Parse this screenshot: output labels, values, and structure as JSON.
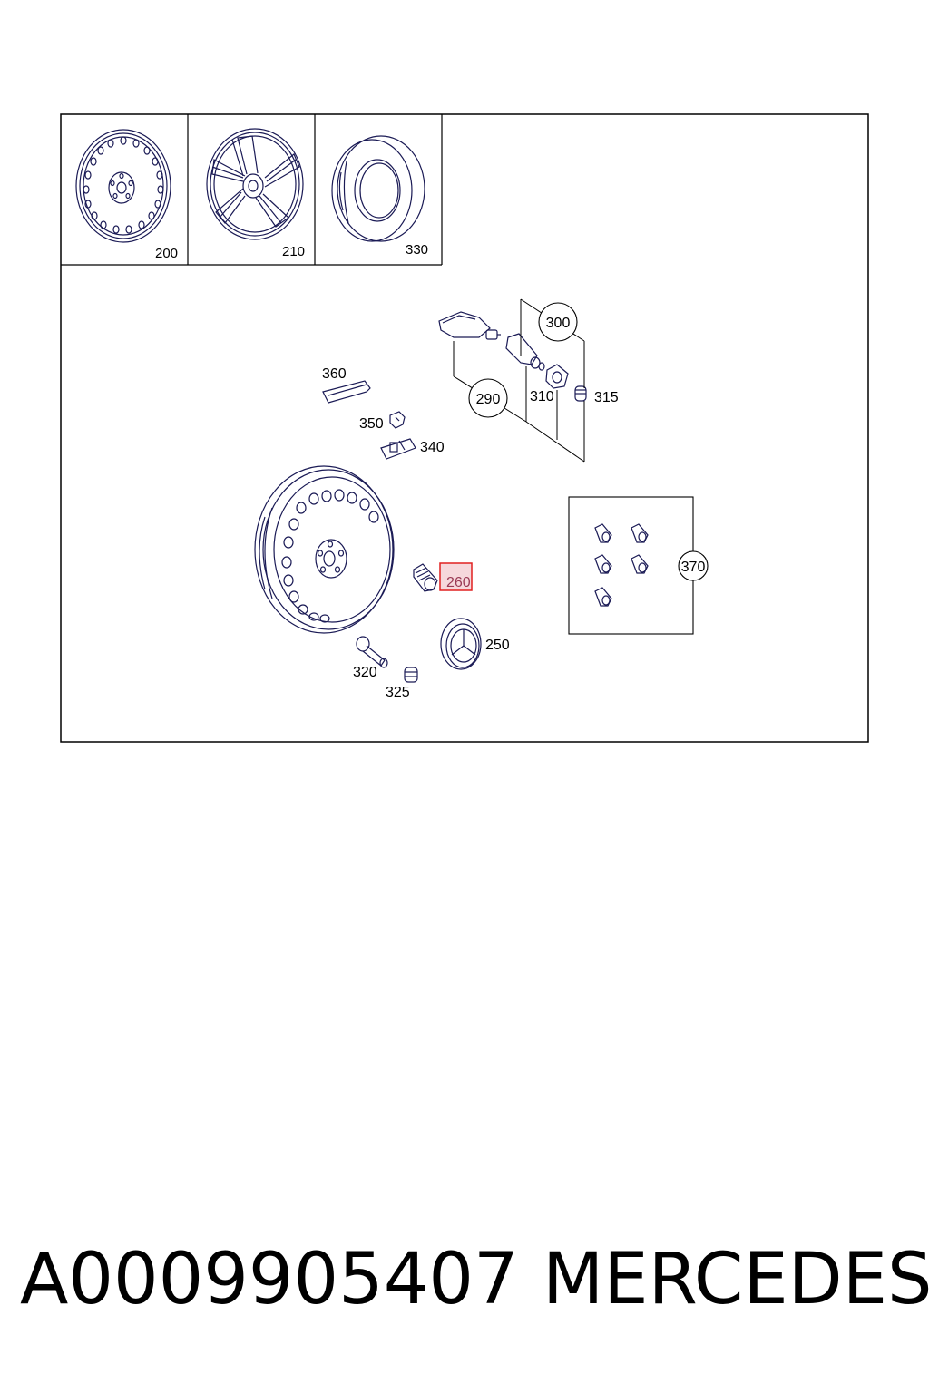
{
  "callouts": {
    "c200": "200",
    "c210": "210",
    "c330": "330",
    "c300": "300",
    "c290": "290",
    "c310": "310",
    "c315": "315",
    "c360": "360",
    "c350": "350",
    "c340": "340",
    "c370": "370",
    "c260": "260",
    "c250": "250",
    "c320": "320",
    "c325": "325"
  },
  "highlighted_callout": "260",
  "footer": {
    "part_number": "A0009905407",
    "brand": "MERCEDES"
  },
  "colors": {
    "line": "#1a1a55",
    "highlight_border": "#e02020",
    "highlight_fill": "#f6d8dc"
  }
}
